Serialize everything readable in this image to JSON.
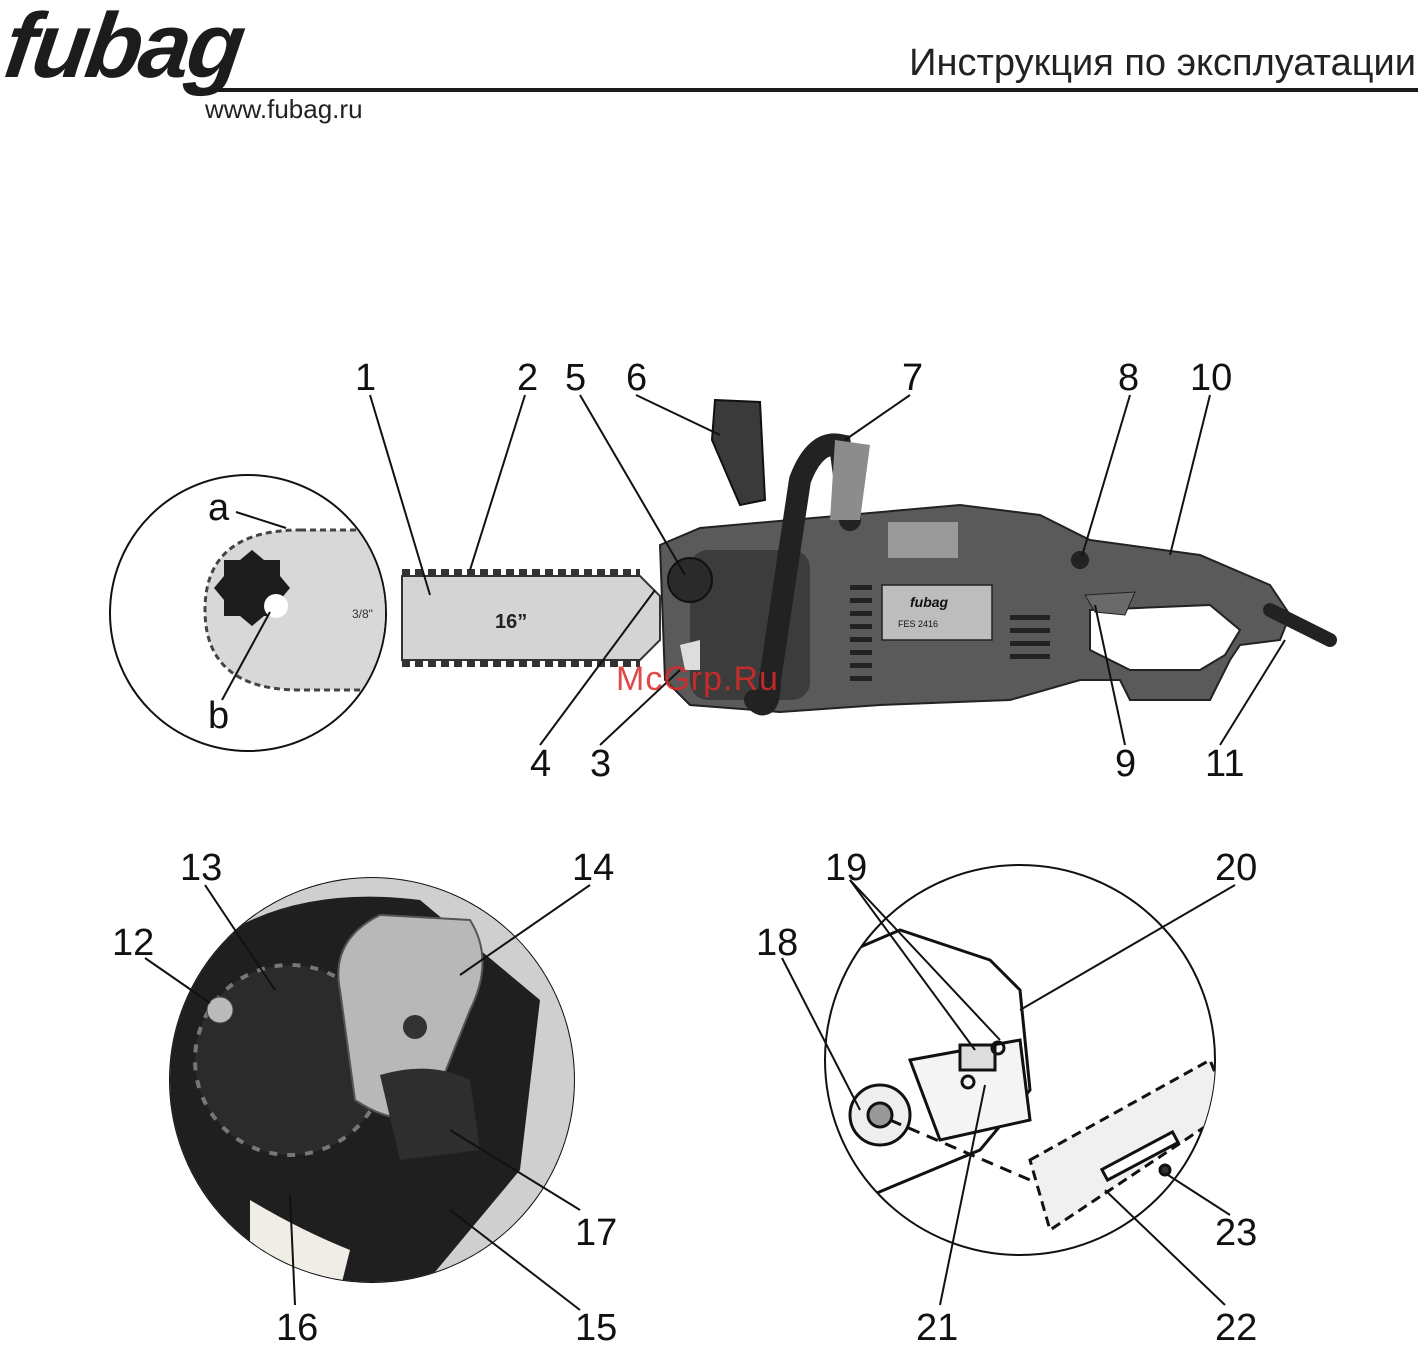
{
  "header": {
    "logo": "fubag",
    "title": "Инструкция по эксплуатации",
    "url": "www.fubag.ru"
  },
  "watermark": "McGrp.Ru",
  "figure_main": {
    "labels": [
      "1",
      "2",
      "5",
      "6",
      "7",
      "8",
      "10",
      "a",
      "b",
      "4",
      "3",
      "9",
      "11"
    ],
    "bar_text": "fubag",
    "bar_size": "16”",
    "pitch": "3/8\"",
    "nameplate_brand": "fubag",
    "nameplate_model": "FES 2416"
  },
  "figure_left": {
    "labels": [
      "13",
      "14",
      "12",
      "17",
      "16",
      "15"
    ]
  },
  "figure_right": {
    "labels": [
      "19",
      "20",
      "18",
      "21",
      "22",
      "23"
    ]
  }
}
